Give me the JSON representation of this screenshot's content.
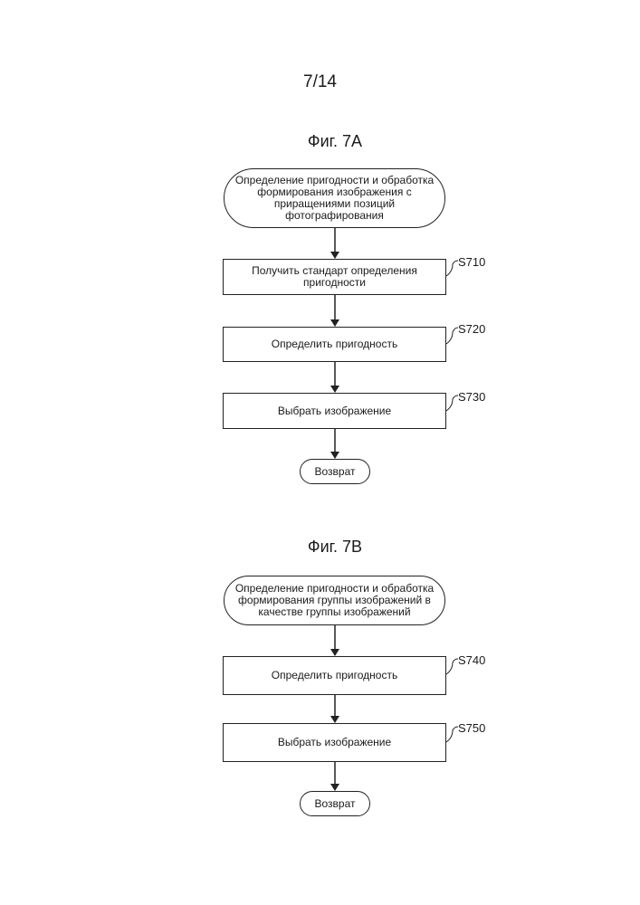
{
  "page_number": "7/14",
  "figures": [
    {
      "title": "Фиг. 7A",
      "start": "Определение пригодности и обработка формирования изображения с приращениями позиций фотографирования",
      "steps": [
        {
          "id": "S710",
          "text": "Получить стандарт определения пригодности"
        },
        {
          "id": "S720",
          "text": "Определить пригодность"
        },
        {
          "id": "S730",
          "text": "Выбрать изображение"
        }
      ],
      "end": "Возврат"
    },
    {
      "title": "Фиг. 7B",
      "start": "Определение пригодности и обработка формирования группы изображений в качестве группы изображений",
      "steps": [
        {
          "id": "S740",
          "text": "Определить пригодность"
        },
        {
          "id": "S750",
          "text": "Выбрать изображение"
        }
      ],
      "end": "Возврат"
    }
  ]
}
